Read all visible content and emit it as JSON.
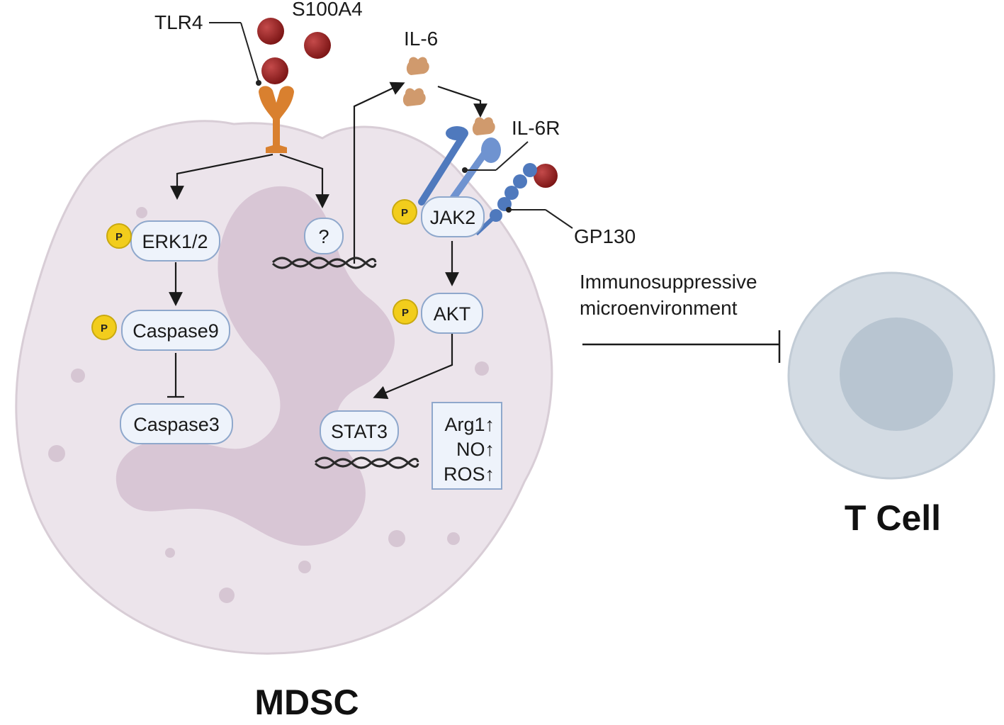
{
  "labels": {
    "tlr4": "TLR4",
    "s100a4": "S100A4",
    "il6": "IL-6",
    "il6r": "IL-6R",
    "gp130": "GP130",
    "mdsc": "MDSC",
    "tcell": "T Cell",
    "effect_line1": "Immunosuppressive",
    "effect_line2": "microenvironment"
  },
  "nodes": {
    "erk": "ERK1/2",
    "casp9": "Caspase9",
    "casp3": "Caspase3",
    "unknown": "?",
    "jak2": "JAK2",
    "akt": "AKT",
    "stat3": "STAT3"
  },
  "phospho": "P",
  "outputs": [
    "Arg1↑",
    "NO↑",
    "ROS↑"
  ],
  "colors": {
    "s100a4": "#8e1b1b",
    "tlr4": "#d9802f",
    "il6": "#d09a6d",
    "receptor": "#4f79bd",
    "phospho": "#f2cd1c",
    "node_fill": "#eef3fb",
    "node_stroke": "#8fa8cc",
    "cell": "#ebe3ea",
    "nucleus": "#cdb6c9",
    "tcell_outer": "#d3dbe3",
    "tcell_inner": "#b8c5d1"
  }
}
